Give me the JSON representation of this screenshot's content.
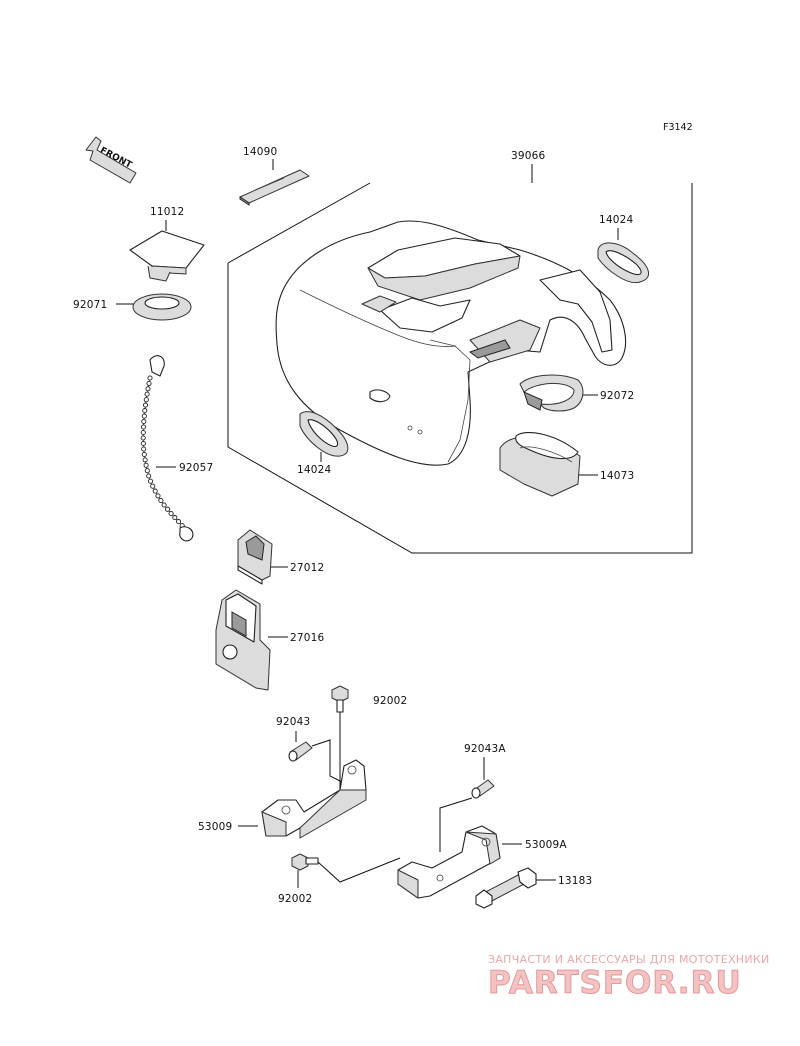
{
  "figure_code": "F3142",
  "front_marker": "FRONT",
  "parts": [
    {
      "id": "14090",
      "name": "14090"
    },
    {
      "id": "39066",
      "name": "39066"
    },
    {
      "id": "11012",
      "name": "11012"
    },
    {
      "id": "14024",
      "name": "14024"
    },
    {
      "id": "92071",
      "name": "92071"
    },
    {
      "id": "92072",
      "name": "92072"
    },
    {
      "id": "14024b",
      "name": "14024"
    },
    {
      "id": "92057",
      "name": "92057"
    },
    {
      "id": "14073",
      "name": "14073"
    },
    {
      "id": "27012",
      "name": "27012"
    },
    {
      "id": "27016",
      "name": "27016"
    },
    {
      "id": "92002",
      "name": "92002"
    },
    {
      "id": "92043",
      "name": "92043"
    },
    {
      "id": "92043A",
      "name": "92043A"
    },
    {
      "id": "53009",
      "name": "53009"
    },
    {
      "id": "53009A",
      "name": "53009A"
    },
    {
      "id": "13183",
      "name": "13183"
    },
    {
      "id": "92002b",
      "name": "92002"
    }
  ],
  "watermark": {
    "tagline": "ЗАПЧАСТИ И АКСЕССУАРЫ ДЛЯ МОТОТЕХНИКИ",
    "logo": "PARTSFOR.RU"
  }
}
